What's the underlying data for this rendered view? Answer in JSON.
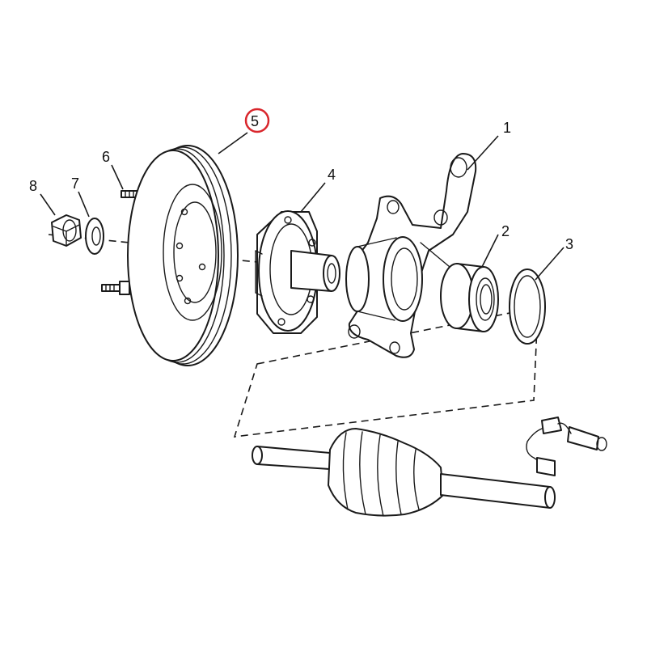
{
  "diagram": {
    "callouts": [
      {
        "id": "1",
        "label": "1"
      },
      {
        "id": "2",
        "label": "2"
      },
      {
        "id": "3",
        "label": "3"
      },
      {
        "id": "4",
        "label": "4"
      },
      {
        "id": "5",
        "label": "5",
        "highlighted": true
      },
      {
        "id": "6",
        "label": "6"
      },
      {
        "id": "7",
        "label": "7"
      },
      {
        "id": "8",
        "label": "8"
      }
    ],
    "highlight_color": "#d9262c",
    "line_color": "#1a1a1a",
    "background": "#ffffff"
  }
}
